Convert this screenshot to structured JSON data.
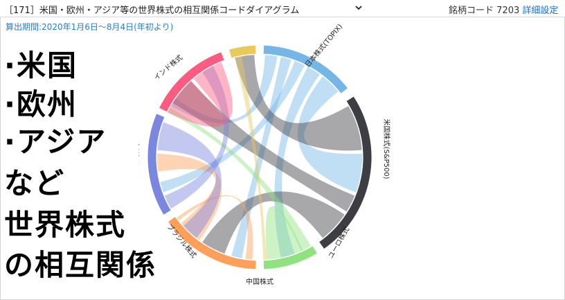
{
  "header": {
    "title": "［171］米国・欧州・アジア等の世界株式の相互関係コードダイアグラム",
    "code_label": "銘柄コード",
    "code_value": "7203",
    "settings_link": "詳細設定"
  },
  "period": "算出期間:2020年1月6日〜8月4日(年初より)",
  "overlay_text": [
    "·米国",
    "·欧州",
    "·アジア",
    "など",
    "世界株式",
    "の相互関係"
  ],
  "diagram": {
    "groups": [
      {
        "label": "日本株式(TOPIX)",
        "color": "#74b6e6"
      },
      {
        "label": "米国株式(S&P500)",
        "color": "#3d3d44"
      },
      {
        "label": "ユーロ株式",
        "color": "#8fe27f"
      },
      {
        "label": "中国株式",
        "color": "#ff9f5a"
      },
      {
        "label": "ブラジル株式",
        "color": "#7b86e0"
      },
      {
        "label": "ロシア株式",
        "color": "#ff5a80"
      },
      {
        "label": "インド株式",
        "color": "#e8c95a"
      }
    ]
  }
}
